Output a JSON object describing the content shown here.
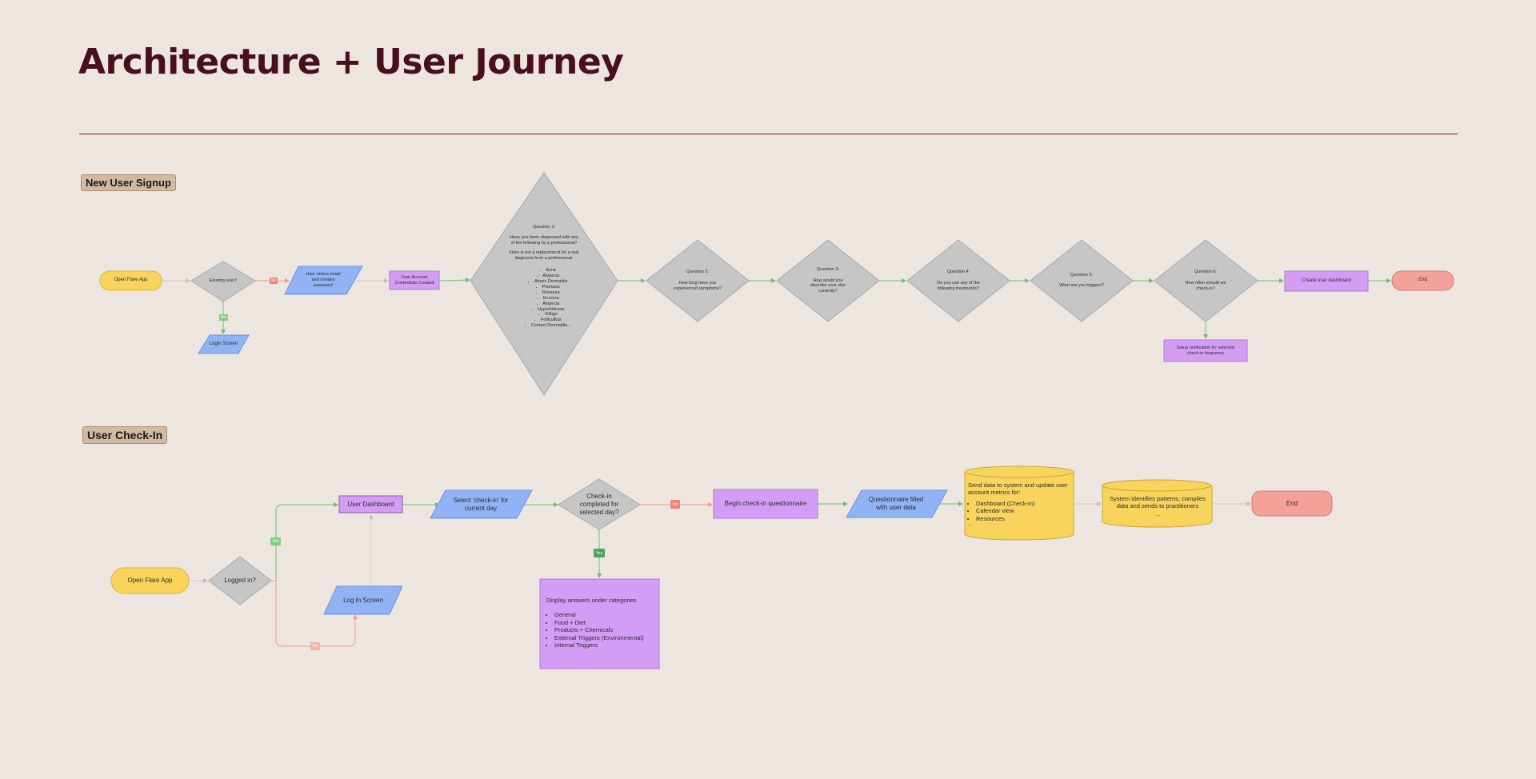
{
  "title": "Architecture + User Journey",
  "colors": {
    "background": "#ede6e0",
    "title": "#4a0f1e",
    "terminal_start": "#f8d45c",
    "terminal_end": "#f4a19a",
    "process": "#d49df5",
    "io": "#8fb3f5",
    "decision": "#c6c6c6",
    "edge_yes": "#6abf72",
    "edge_no": "#f09a8c",
    "edge_neutral": "#c8c8c8",
    "tag_yes": "#7fcf84",
    "tag_no": "#f08077"
  },
  "signup": {
    "section_label": "New User Signup",
    "open_app": "Open Flare App",
    "existing_user": "Existing user?",
    "tag_no": "No",
    "tag_yes": "Yes",
    "enter_email": "User enters email\nand creates\npassword",
    "login_screen": "Login Screen",
    "account_created": "User Account\nCredentials Created",
    "q1": {
      "title": "Question 1:",
      "prompt": "Have you been diagnosed with any\nof the following by a professional?",
      "note": "Flare is not a replacement for a real\ndiagnosis from a professional.",
      "options": [
        "Acne",
        "Alopecia",
        "Atopic Dermatitis",
        "Psoriasis",
        "Rosacea",
        "Eczema",
        "Alopecia",
        "Hyperhidrosis",
        "Vitiligo",
        "Folliculitus",
        "Contact Dermatitis..."
      ]
    },
    "q2": "Question 2:\n\nHow long have you\nexperienced symptoms?",
    "q3": "Question 3:\n\nHow would you\ndescribe your skin\ncurrently?",
    "q4": "Question 4:\n\nDo you use any of the\nfollowing treatments?",
    "q5": "Question 5:\n\nWhat are you triggers?",
    "q6": "Question 6:\n\nHow often should we\ncheck-in?",
    "create_dashboard": "Create user dashboard",
    "end": "End",
    "setup_notification": "Setup notification for selected\ncheck-in frequency"
  },
  "checkin": {
    "section_label": "User Check-In",
    "open_app": "Open Flare App",
    "logged_in": "Logged in?",
    "tag_yes": "Yes",
    "tag_no": "No",
    "user_dashboard": "User Dashboard",
    "login_screen": "Log In Screen",
    "select_checkin": "Select 'check-in' for\ncurrent day",
    "checkin_completed": "Check-in\ncompleted for\nselected day?",
    "tag_no_2": "No",
    "tag_yes_2": "Yes",
    "begin_questionnaire": "Begin check-in questionnaire",
    "questionnaire_filled": "Questionnaire filled\nwith user data",
    "send_data": {
      "text": "Send data to system and update user account metrics for:",
      "items": [
        "Dashboard (Check-in)",
        "Calendar view",
        "Resources"
      ],
      "more": "..."
    },
    "system_identifies": "System identifies patterns, compiles\ndata and sends to practitioners\n...",
    "end": "End",
    "display_answers": {
      "text": "Display answers under categories",
      "items": [
        "General",
        "Food + Diet",
        "Products + Chemicals",
        "External Triggers (Environmental)",
        "Internal Triggers"
      ]
    }
  }
}
